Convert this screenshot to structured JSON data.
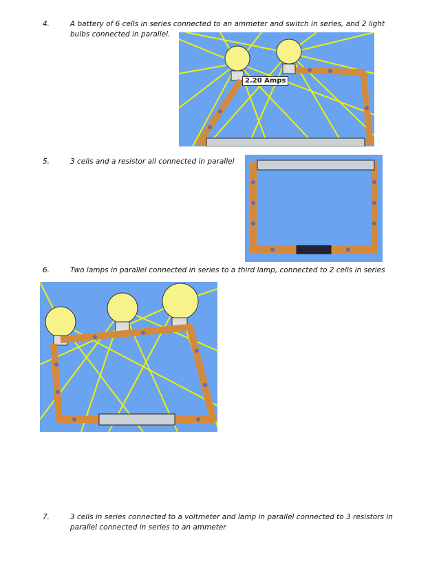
{
  "questions": [
    {
      "num": "4.",
      "text": "A battery of 6 cells in series connected to an ammeter and switch in series, and 2 light bulbs connected in parallel."
    },
    {
      "num": "5.",
      "text": "3 cells and a resistor all connected in parallel"
    },
    {
      "num": "6.",
      "text": "Two lamps in parallel connected in series to a third lamp, connected to 2 cells in series"
    },
    {
      "num": "7.",
      "text": "3 cells in series connected to a voltmeter and lamp in parallel connected to 3 resistors in parallel connected in series to an ammeter"
    }
  ],
  "ammeter_reading": "2.20 Amps",
  "colors": {
    "sim_background": "#6aa4f0",
    "wire": "#d48a3c",
    "electron": "#5a6fb8",
    "light_ray": "#f0f000",
    "bulb": "#f7f28a",
    "cell": "#c9d0d8"
  },
  "icons": [
    "light-bulb-icon",
    "battery-cell-icon",
    "resistor-icon",
    "ammeter-icon"
  ]
}
